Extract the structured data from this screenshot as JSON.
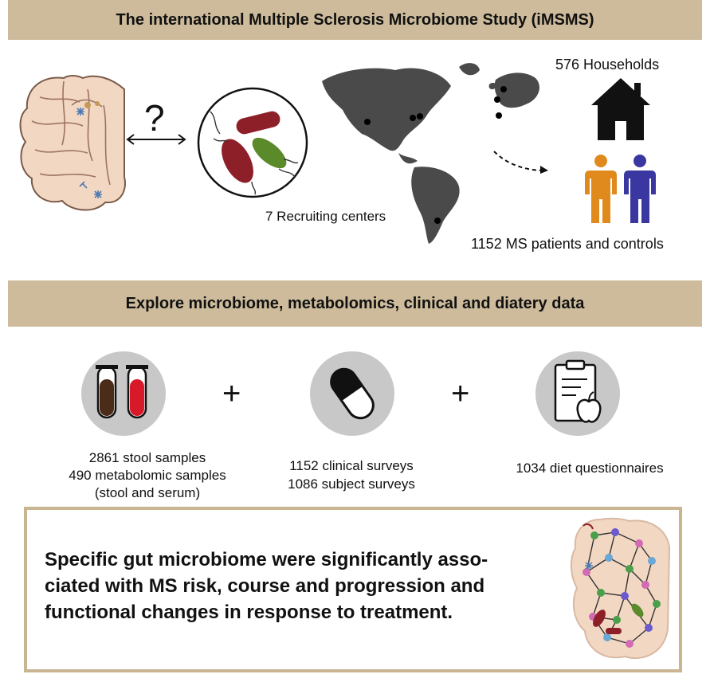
{
  "header": {
    "title": "The international Multiple Sclerosis Microbiome Study (iMSMS)"
  },
  "top": {
    "question_mark": "?",
    "recruiting": "7 Recruiting centers",
    "households": "576 Households",
    "participants": "1152 MS patients and controls"
  },
  "middle": {
    "banner": "Explore microbiome, metabolomics, clinical and diatery data",
    "plus": "+",
    "samples": {
      "line1": "2861 stool samples",
      "line2": "490 metabolomic samples",
      "line3": "(stool and serum)"
    },
    "surveys": {
      "line1": "1152 clinical surveys",
      "line2": "1086 subject surveys"
    },
    "diet": "1034 diet questionnaires"
  },
  "conclusion": {
    "line1": "Specific gut microbiome were significantly asso-",
    "line2": "ciated with MS risk, course and progression and",
    "line3": "functional changes in response to treatment."
  },
  "colors": {
    "banner": "#cdbb9b",
    "box_border": "#c9b592",
    "stool": "#4a2c18",
    "serum": "#d8192a",
    "person_left": "#e08a1e",
    "person_right": "#3a37a0",
    "icon_circle": "#c8c8c8",
    "brain": "#f2d7c3"
  },
  "icons": [
    "brain-icon",
    "double-arrow-icon",
    "bacteria-icon",
    "world-map-icon",
    "house-icon",
    "person-icon",
    "test-tubes-icon",
    "capsule-icon",
    "clipboard-apple-icon",
    "network-brain-icon"
  ]
}
